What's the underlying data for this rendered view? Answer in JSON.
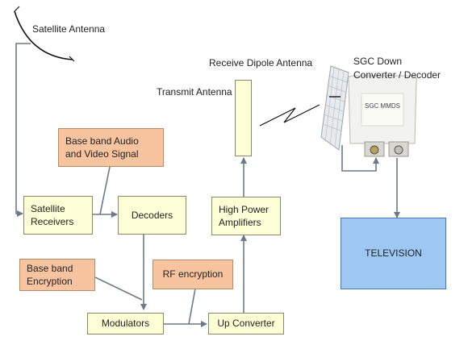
{
  "labels": {
    "satellite_antenna": "Satellite Antenna",
    "receive_dipole_antenna": "Receive Dipole Antenna",
    "transmit_antenna": "Transmit Antenna",
    "sgc_title": "SGC Down\nConverter / Decoder",
    "device_model": "SGC MMDS"
  },
  "boxes": {
    "baseband_av": "Base band Audio\nand Video Signal",
    "satellite_receivers": "Satellite\nReceivers",
    "decoders": "Decoders",
    "high_power_amplifiers": "High Power\nAmplifiers",
    "baseband_encryption": "Base band\nEncryption",
    "rf_encryption": "RF encryption",
    "modulators": "Modulators",
    "up_converter": "Up Converter",
    "television": "TELEVISION"
  },
  "colors": {
    "process_box": "#fefed6",
    "input_box": "#f8c4a0",
    "output_box": "#9ec8f2",
    "wire": "#6a7a86"
  }
}
